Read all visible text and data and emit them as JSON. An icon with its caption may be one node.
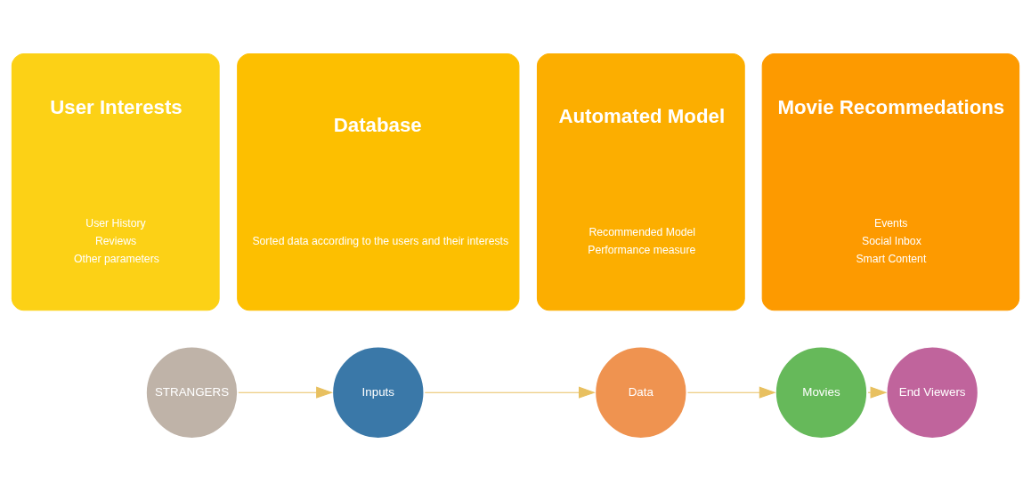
{
  "diagram": {
    "nodes": [
      {
        "text": [
          "User Interests",
          "User History",
          "Reviews",
          "Other parameters"
        ]
      },
      {
        "text": [
          "Database",
          "Sorted data according to the users and their interests"
        ]
      },
      {
        "text": [
          "Automated Model",
          "Recommended Model",
          "Performance measure"
        ]
      },
      {
        "text": [
          "Movie Recommedations",
          "Events",
          "Social Inbox",
          "Smart Content"
        ]
      },
      {
        "text": [
          "STRANGERS"
        ]
      },
      {
        "text": [
          "Inputs"
        ]
      },
      {
        "text": [
          "Data"
        ]
      },
      {
        "text": [
          "Movies"
        ]
      },
      {
        "text": [
          "End Viewers"
        ]
      }
    ],
    "edges": [
      {
        "from": 4,
        "to": 5,
        "arrow": "to"
      },
      {
        "from": 5,
        "to": 6,
        "arrow": "to"
      },
      {
        "from": 6,
        "to": 7,
        "arrow": "to"
      },
      {
        "from": 7,
        "to": 8,
        "arrow": "to"
      }
    ]
  }
}
